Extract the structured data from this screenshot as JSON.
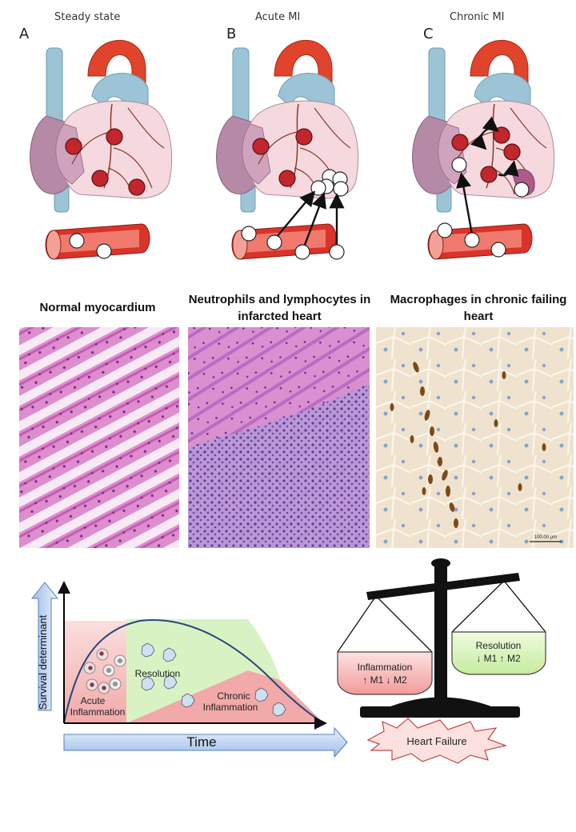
{
  "panels": [
    {
      "letter": "A",
      "title": "Steady state"
    },
    {
      "letter": "B",
      "title": "Acute MI"
    },
    {
      "letter": "C",
      "title": "Chronic MI"
    }
  ],
  "histology": [
    {
      "title": "Normal myocardium"
    },
    {
      "title": "Neutrophils and lymphocytes in infarcted heart"
    },
    {
      "title": "Macrophages in chronic failing heart"
    }
  ],
  "scale_bar": "100.00 μm",
  "graph": {
    "ylabel": "Survival determinant",
    "xlabel": "Time",
    "region_acute": "Acute\nInflammation",
    "region_resolution": "Resolution",
    "region_chronic": "Chronic\nInflammation"
  },
  "balance": {
    "left_pan_title": "Inflammation",
    "left_pan_sub": "↑ M1 ↓ M2",
    "right_pan_title": "Resolution",
    "right_pan_sub": "↓ M1 ↑ M2",
    "outcome": "Heart Failure"
  },
  "colors": {
    "aorta": "#e0442b",
    "vessel_blue": "#9cc3d6",
    "heart_pink": "#f5d9df",
    "cell_red": "#c1272d",
    "vein_red": "#d9332a",
    "he_pink": "#e9a8d6",
    "dab_brown": "#8b5a2b",
    "graph_red": "#f4b8b8",
    "graph_green": "#d9f2c4",
    "arrow_blue": "#c7dcf5"
  }
}
